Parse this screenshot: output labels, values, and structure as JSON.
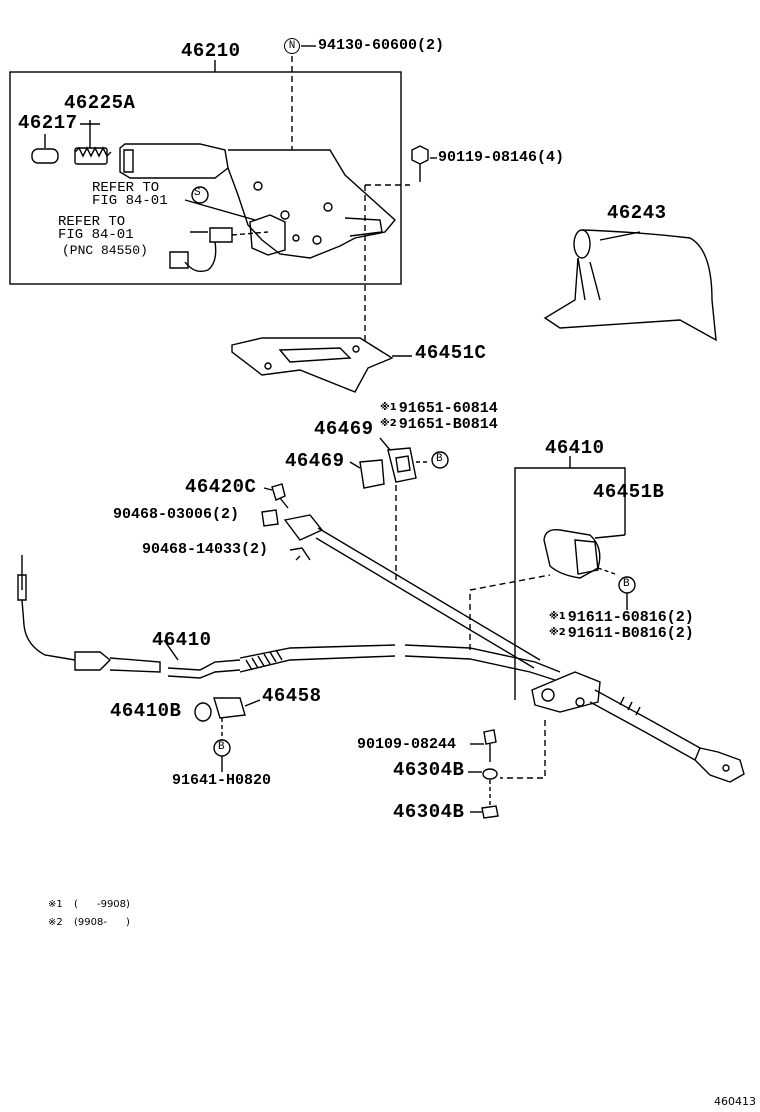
{
  "parts": {
    "p46210": "46210",
    "p94130": "94130-60600(2)",
    "p46225A": "46225A",
    "p46217": "46217",
    "p90119": "90119-08146(4)",
    "refer1_a": "REFER TO",
    "refer1_b": "FIG 84-01",
    "refer2_a": "REFER TO",
    "refer2_b": "FIG 84-01",
    "refer2_c": "(PNC 84550)",
    "p46243": "46243",
    "p46451C": "46451C",
    "p91651_1": "91651-60814",
    "p91651_2": "91651-B0814",
    "p46469a": "46469",
    "p46469b": "46469",
    "p46410top": "46410",
    "p46420C": "46420C",
    "p46451B": "46451B",
    "p90468a": "90468-03006(2)",
    "p90468b": "90468-14033(2)",
    "p91611_1": "91611-60816(2)",
    "p91611_2": "91611-B0816(2)",
    "p46410": "46410",
    "p46458": "46458",
    "p46410B": "46410B",
    "p91641": "91641-H0820",
    "p90109": "90109-08244",
    "p46304B_a": "46304B",
    "p46304B_b": "46304B"
  },
  "markers": {
    "n": "N",
    "s": "S",
    "b": "B",
    "note1": "※1",
    "note2": "※2"
  },
  "footnotes": {
    "n1_mark": "※1",
    "n1_text": "(      -9908)",
    "n2_mark": "※2",
    "n2_text": "(9908-      )"
  },
  "figure_id": "460413"
}
